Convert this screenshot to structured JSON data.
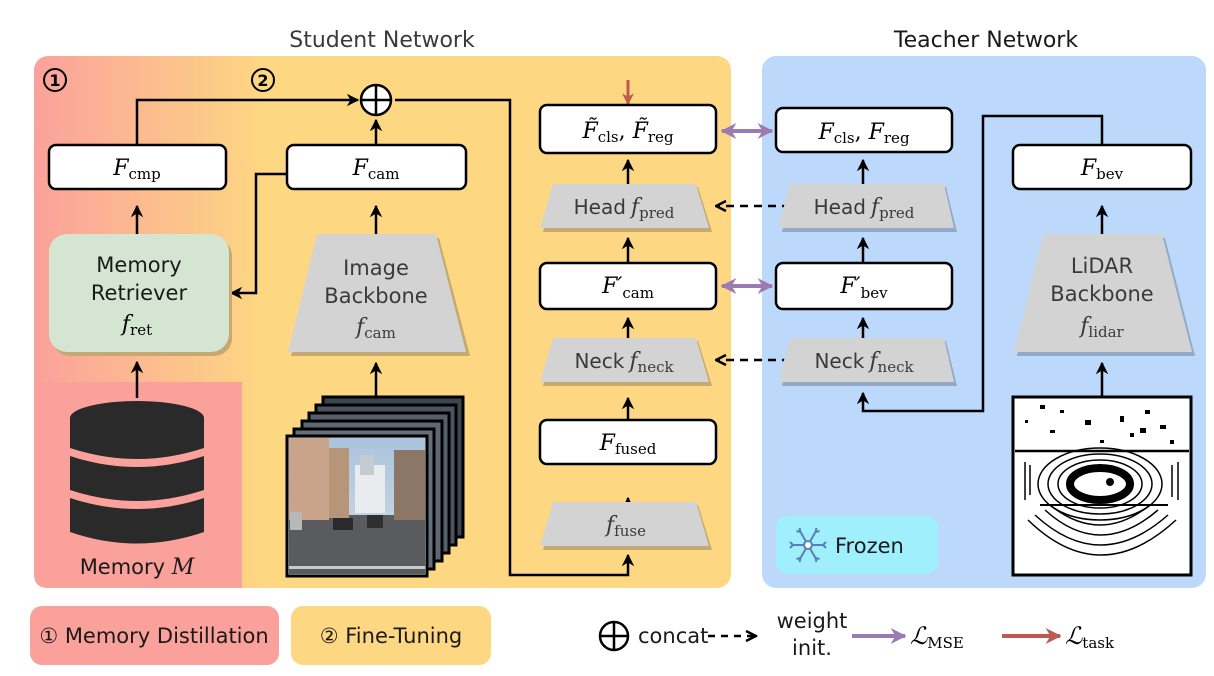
{
  "titles": {
    "student": "Student Network",
    "teacher": "Teacher Network"
  },
  "stages": {
    "stage1_marker": "①",
    "stage2_marker": "②"
  },
  "colors": {
    "memory_red": "#fba19c",
    "finetune_yellow": "#fdd782",
    "teacher_blue": "#bcd9fb",
    "retriever_green": "#d4e6d1",
    "module_gray": "#d3d3d3",
    "frozen_cyan": "#9ff0fc",
    "mse_purple": "#9b7bb3",
    "task_red": "#bf5a4f"
  },
  "student": {
    "f_cmp": {
      "main": "F",
      "sub": "cmp"
    },
    "f_cam": {
      "main": "F",
      "sub": "cam"
    },
    "retriever": {
      "line1": "Memory",
      "line2": "Retriever",
      "fn": "f",
      "sub": "ret"
    },
    "image_backbone": {
      "line1": "Image",
      "line2": "Backbone",
      "fn": "f",
      "sub": "cam"
    },
    "memory": {
      "label": "Memory",
      "symbol": "M"
    },
    "cls_reg": {
      "a": "F̃",
      "a_sub": "cls",
      "sep": ",",
      "b": "F̃",
      "b_sub": "reg"
    },
    "head": {
      "label": "Head",
      "fn": "f",
      "sub": "pred"
    },
    "f_cam_prime": {
      "main": "F′",
      "sub": "cam"
    },
    "neck": {
      "label": "Neck",
      "fn": "f",
      "sub": "neck"
    },
    "f_fused": {
      "main": "F",
      "sub": "fused"
    },
    "fuse": {
      "fn": "f",
      "sub": "fuse"
    }
  },
  "teacher": {
    "cls_reg": {
      "a": "F",
      "a_sub": "cls",
      "sep": ",",
      "b": "F",
      "b_sub": "reg"
    },
    "head": {
      "label": "Head",
      "fn": "f",
      "sub": "pred"
    },
    "f_bev_prime": {
      "main": "F′",
      "sub": "bev"
    },
    "neck": {
      "label": "Neck",
      "fn": "f",
      "sub": "neck"
    },
    "f_bev": {
      "main": "F",
      "sub": "bev"
    },
    "lidar_backbone": {
      "line1": "LiDAR",
      "line2": "Backbone",
      "fn": "f",
      "sub": "lidar"
    },
    "frozen": {
      "icon": "snowflake-icon",
      "label": "Frozen"
    }
  },
  "legend": {
    "memory_distillation": "① Memory Distillation",
    "fine_tuning": "② Fine-Tuning",
    "concat": "concat",
    "weight_init_line1": "weight",
    "weight_init_line2": "init.",
    "mse": {
      "main": "ℒ",
      "sub": "MSE"
    },
    "task": {
      "main": "ℒ",
      "sub": "task"
    }
  }
}
